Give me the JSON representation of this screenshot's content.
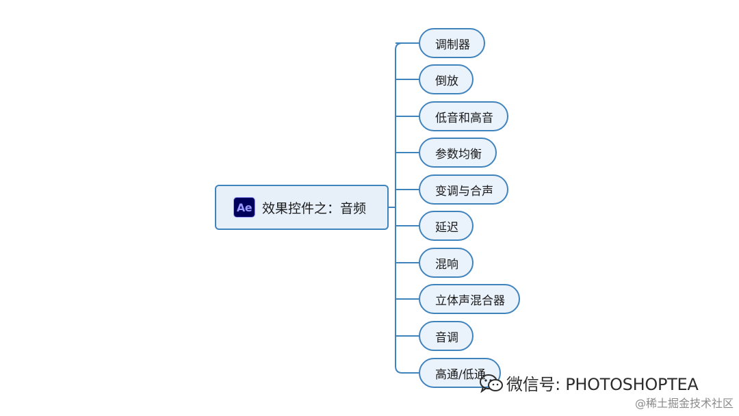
{
  "root": {
    "logo_text": "Ae",
    "label": "效果控件之：音频"
  },
  "children": [
    {
      "label": "调制器"
    },
    {
      "label": "倒放"
    },
    {
      "label": "低音和高音"
    },
    {
      "label": "参数均衡"
    },
    {
      "label": "变调与合声"
    },
    {
      "label": "延迟"
    },
    {
      "label": "混响"
    },
    {
      "label": "立体声混合器"
    },
    {
      "label": "音调"
    },
    {
      "label": "高通/低通"
    }
  ],
  "watermark": {
    "icon": "wechat-icon",
    "text": "微信号: PHOTOSHOPTEA"
  },
  "credit": {
    "text": "@稀土掘金技术社区"
  },
  "colors": {
    "node_border": "#3f83bd",
    "node_fill": "#eaf2fb",
    "logo_bg": "#00005b",
    "logo_fg": "#9999ff"
  }
}
